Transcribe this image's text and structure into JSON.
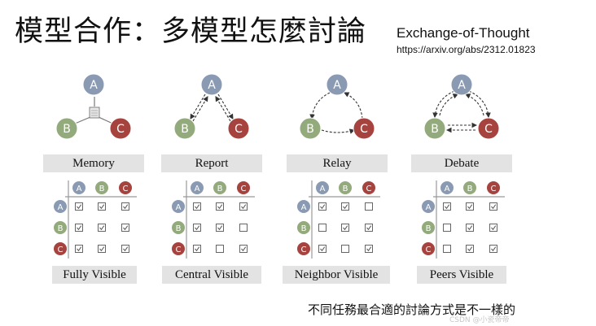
{
  "title": "模型合作：多模型怎麼討論",
  "reference": {
    "name": "Exchange-of-Thought",
    "url": "https://arxiv.org/abs/2312.01823"
  },
  "node_labels": [
    "A",
    "B",
    "C"
  ],
  "colors": {
    "A": "#8a9ab3",
    "B": "#93aa7c",
    "C": "#a7433f",
    "label_bg": "#e3e3e3",
    "check": "#555555"
  },
  "panels": [
    {
      "mode": "Memory",
      "visibility": "Fully Visible",
      "matrix": [
        [
          true,
          true,
          true
        ],
        [
          true,
          true,
          true
        ],
        [
          true,
          true,
          true
        ]
      ]
    },
    {
      "mode": "Report",
      "visibility": "Central Visible",
      "matrix": [
        [
          true,
          true,
          true
        ],
        [
          true,
          true,
          false
        ],
        [
          true,
          false,
          true
        ]
      ]
    },
    {
      "mode": "Relay",
      "visibility": "Neighbor Visible",
      "matrix": [
        [
          true,
          true,
          false
        ],
        [
          false,
          true,
          true
        ],
        [
          true,
          false,
          true
        ]
      ]
    },
    {
      "mode": "Debate",
      "visibility": "Peers Visible",
      "matrix": [
        [
          true,
          true,
          true
        ],
        [
          false,
          true,
          true
        ],
        [
          false,
          true,
          true
        ]
      ]
    }
  ],
  "footer": "不同任務最合適的討論方式是不一樣的",
  "watermark": "CSDN @小瓷帝帝"
}
